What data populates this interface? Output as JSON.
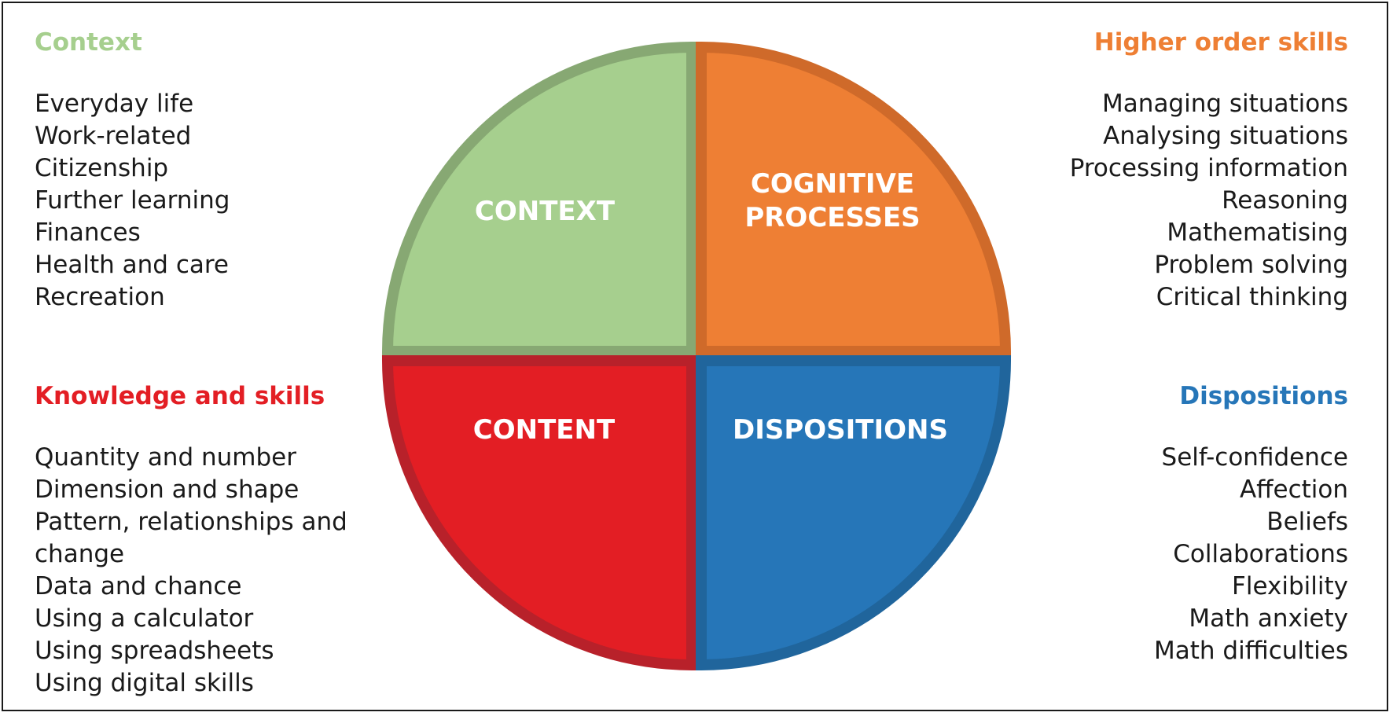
{
  "colors": {
    "context": "#a6cf8e",
    "context_border": "#87a873",
    "cognitive": "#ee7f34",
    "cognitive_border": "#cf6a2a",
    "content": "#e31e24",
    "content_border": "#b8212a",
    "dispositions": "#2676b8",
    "dispositions_border": "#20659c"
  },
  "panels": {
    "context": {
      "heading": "Context",
      "items": [
        "Everyday life",
        "Work-related",
        "Citizenship",
        "Further learning",
        "Finances",
        "Health and care",
        "Recreation"
      ]
    },
    "higher_order": {
      "heading": "Higher order skills",
      "items": [
        "Managing situations",
        "Analysing situations",
        "Processing information",
        "Reasoning",
        "Mathematising",
        "Problem solving",
        "Critical thinking"
      ]
    },
    "knowledge": {
      "heading": "Knowledge and skills",
      "items": [
        "Quantity and number",
        "Dimension and shape",
        "Pattern, relationships and change",
        "Data and chance",
        "Using a calculator",
        "Using spreadsheets",
        "Using digital skills"
      ]
    },
    "dispositions": {
      "heading": "Dispositions",
      "items": [
        "Self-confidence",
        "Affection",
        "Beliefs",
        "Collaborations",
        "Flexibility",
        "Math anxiety",
        "Math difficulties"
      ]
    }
  },
  "quadrants": {
    "context": "CONTEXT",
    "cognitive_line1": "COGNITIVE",
    "cognitive_line2": "PROCESSES",
    "content": "CONTENT",
    "dispositions": "DISPOSITIONS"
  }
}
